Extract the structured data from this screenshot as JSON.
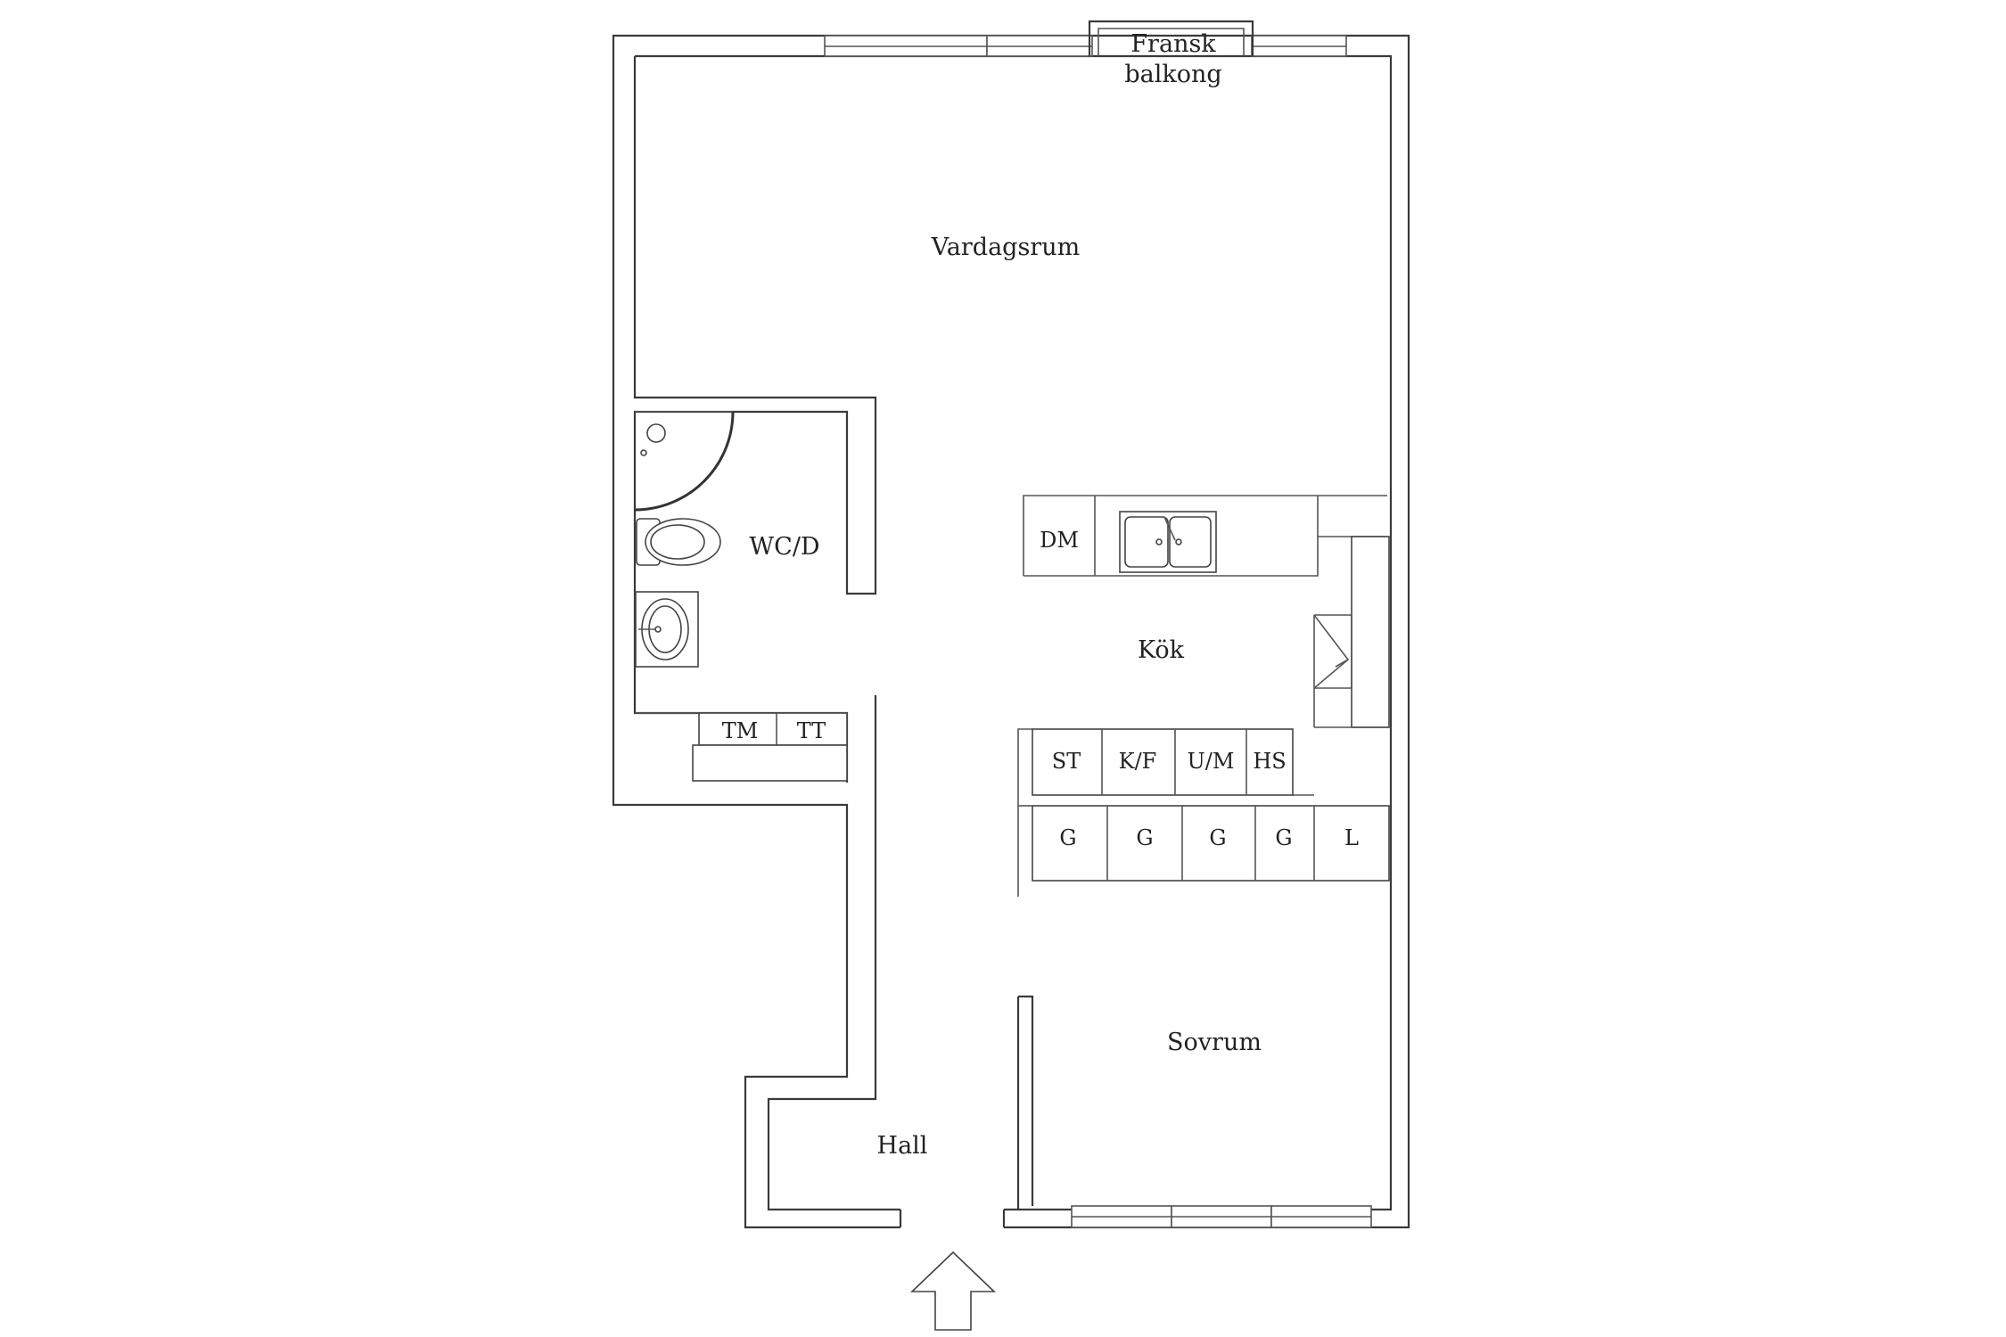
{
  "rooms": {
    "living_room": "Vardagsrum",
    "balcony_line1": "Fransk",
    "balcony_line2": "balkong",
    "bathroom": "WC/D",
    "kitchen": "Kök",
    "bedroom": "Sovrum",
    "hall": "Hall"
  },
  "appliances": {
    "dishwasher": "DM",
    "washer": "TM",
    "dryer": "TT",
    "stove": "ST",
    "fridge_freezer": "K/F",
    "microwave_oven": "U/M",
    "tall_cabinet": "HS"
  },
  "wardrobes": [
    "G",
    "G",
    "G",
    "G",
    "L"
  ],
  "entrance_arrow": "entrance-arrow-icon",
  "colors": {
    "line": "#3a3a3a",
    "background": "#ffffff",
    "text": "#222222"
  }
}
